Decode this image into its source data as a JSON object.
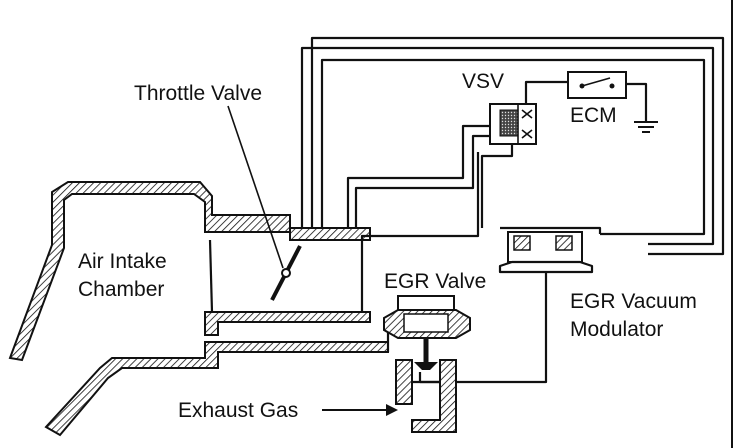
{
  "labels": {
    "throttle_valve": "Throttle Valve",
    "vsv": "VSV",
    "ecm": "ECM",
    "air_intake_line1": "Air Intake",
    "air_intake_line2": "Chamber",
    "egr_valve": "EGR Valve",
    "egr_vacuum_modulator_line1": "EGR Vacuum",
    "egr_vacuum_modulator_line2": "Modulator",
    "exhaust_gas": "Exhaust Gas"
  }
}
